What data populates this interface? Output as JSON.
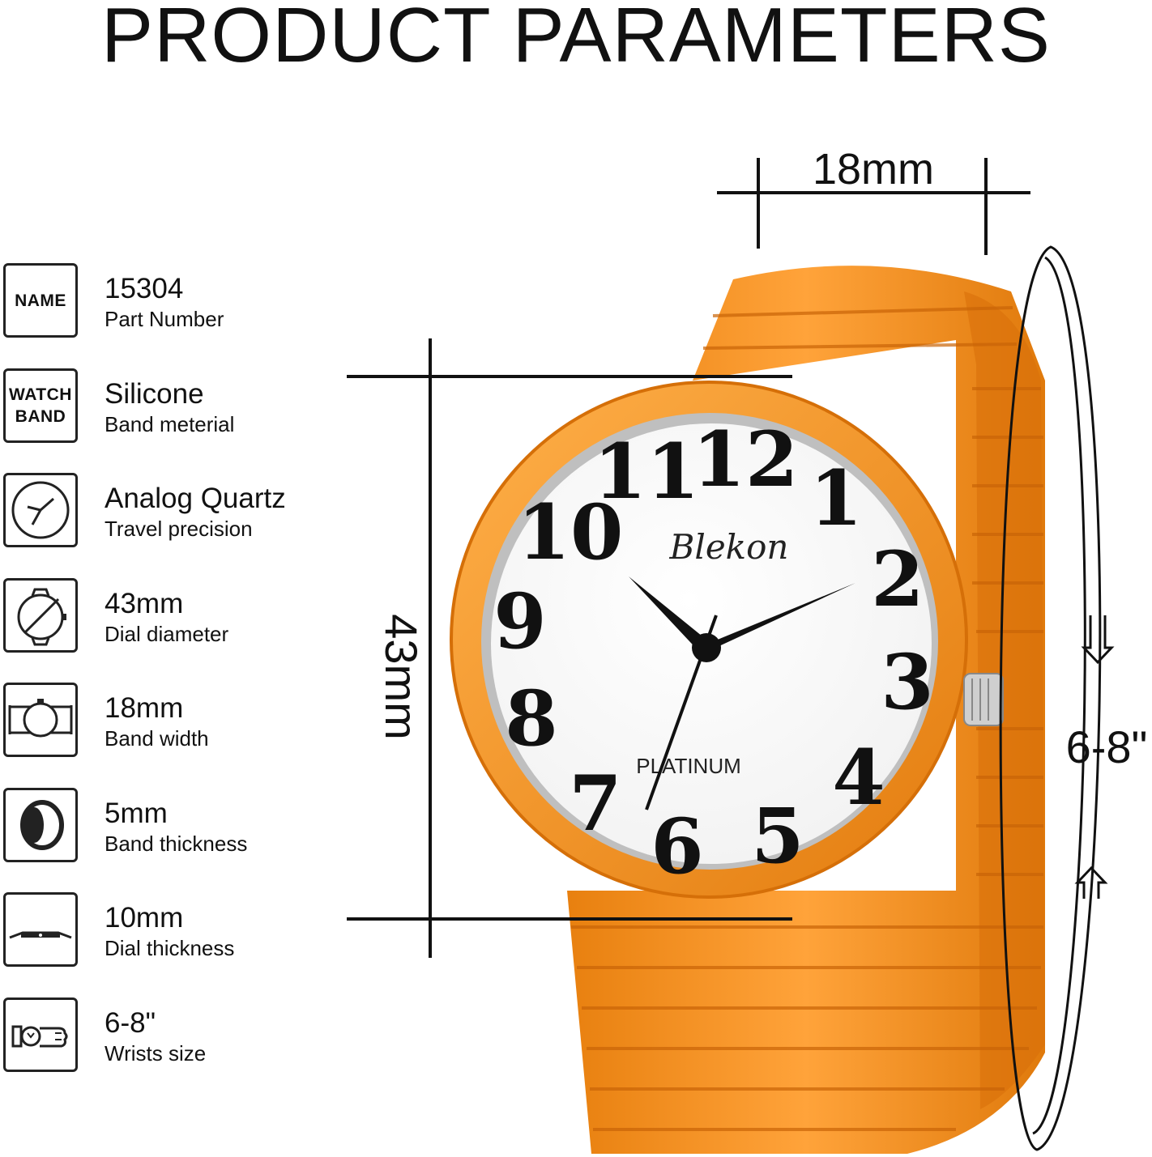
{
  "title": "PRODUCT PARAMETERS",
  "parameters": [
    {
      "icon": "name-tag-icon",
      "icon_text": "NAME",
      "value": "15304",
      "label": "Part Number"
    },
    {
      "icon": "watch-band-icon",
      "icon_text": "WATCH BAND",
      "value": "Silicone",
      "label": "Band meterial"
    },
    {
      "icon": "clock-face-icon",
      "value": "Analog Quartz",
      "label": "Travel precision"
    },
    {
      "icon": "dial-diameter-icon",
      "value": "43mm",
      "label": "Dial diameter"
    },
    {
      "icon": "band-width-icon",
      "value": "18mm",
      "label": "Band width"
    },
    {
      "icon": "band-thickness-icon",
      "value": "5mm",
      "label": "Band thickness"
    },
    {
      "icon": "dial-thickness-icon",
      "value": "10mm",
      "label": "Dial thickness"
    },
    {
      "icon": "wrist-size-icon",
      "value": "6-8\"",
      "label": "Wrists size"
    }
  ],
  "illustration": {
    "band_width_label": "18mm",
    "dial_diameter_label": "43mm",
    "wrist_size_label": "6-8\"",
    "brand": "Blekon",
    "dial_text": "PLATINUM",
    "numerals": [
      "12",
      "1",
      "2",
      "3",
      "4",
      "5",
      "6",
      "7",
      "8",
      "9",
      "10",
      "11"
    ],
    "colors": {
      "band": "#f7941d",
      "band_dark": "#e07a0c",
      "band_light": "#ffab45",
      "dial": "#ffffff",
      "ink": "#111111"
    }
  }
}
